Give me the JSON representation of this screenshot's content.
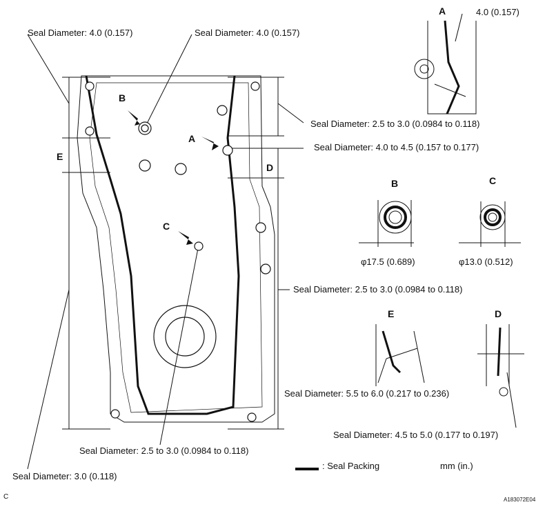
{
  "callouts": {
    "top_left": "Seal Diameter: 4.0 (0.157)",
    "top_center": "Seal Diameter: 4.0 (0.157)",
    "detail_a_dim": "4.0 (0.157)",
    "right_upper": "Seal Diameter: 2.5 to 3.0 (0.0984 to 0.118)",
    "right_a": "Seal Diameter: 4.0 to 4.5 (0.157 to 0.177)",
    "right_middle": "Seal Diameter: 2.5 to 3.0 (0.0984 to 0.118)",
    "detail_e": "Seal Diameter: 5.5 to 6.0 (0.217 to 0.236)",
    "detail_d": "Seal Diameter: 4.5 to 5.0 (0.177 to 0.197)",
    "bottom_center": "Seal Diameter: 2.5 to 3.0 (0.0984 to 0.118)",
    "bottom_left": "Seal Diameter: 3.0 (0.118)"
  },
  "detail_b_dim": "φ17.5 (0.689)",
  "detail_c_dim": "φ13.0 (0.512)",
  "letters": {
    "a": "A",
    "b": "B",
    "c": "C",
    "d": "D",
    "e": "E"
  },
  "legend": {
    "seal_packing": ": Seal Packing",
    "units": "mm (in.)"
  },
  "footer": {
    "corner_mark": "C",
    "figure_id": "A183072E04"
  }
}
